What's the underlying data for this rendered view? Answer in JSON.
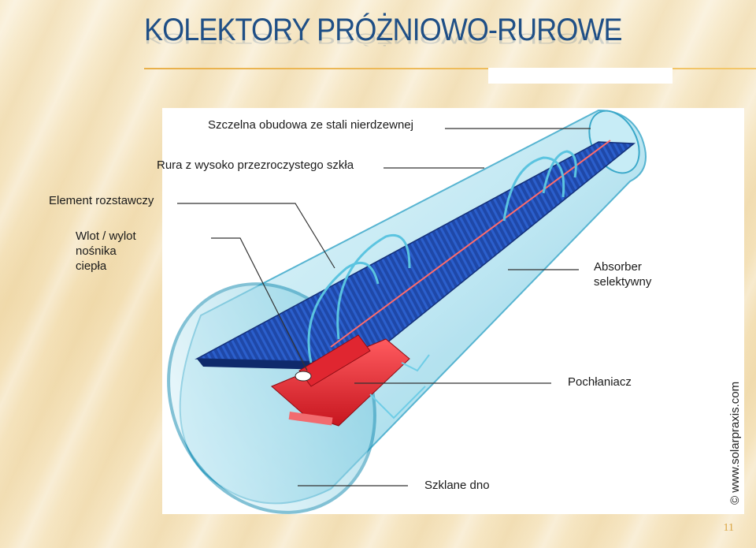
{
  "slide": {
    "title": "KOLEKTORY PRÓŻNIOWO-RUROWE",
    "page_number": "11"
  },
  "labels": {
    "housing": "Szczelna obudowa ze stali nierdzewnej",
    "glass_tube": "Rura z wysoko przezroczystego szkła",
    "expansion_element": "Element rozstawczy",
    "inlet_outlet_line1": "Wlot / wylot",
    "inlet_outlet_line2": "nośnika",
    "inlet_outlet_line3": "ciepła",
    "absorber_line1": "Absorber",
    "absorber_line2": "selektywny",
    "heat_absorber": "Pochłaniacz",
    "glass_bottom": "Szklane dno"
  },
  "watermark": "© www.solarpraxis.com",
  "colors": {
    "title": "#1f4f86",
    "absorber_blue": "#1d3f9a",
    "glass": "#8fd4e8",
    "pipe_red": "#e8313a",
    "rule": "#e9b04a"
  }
}
